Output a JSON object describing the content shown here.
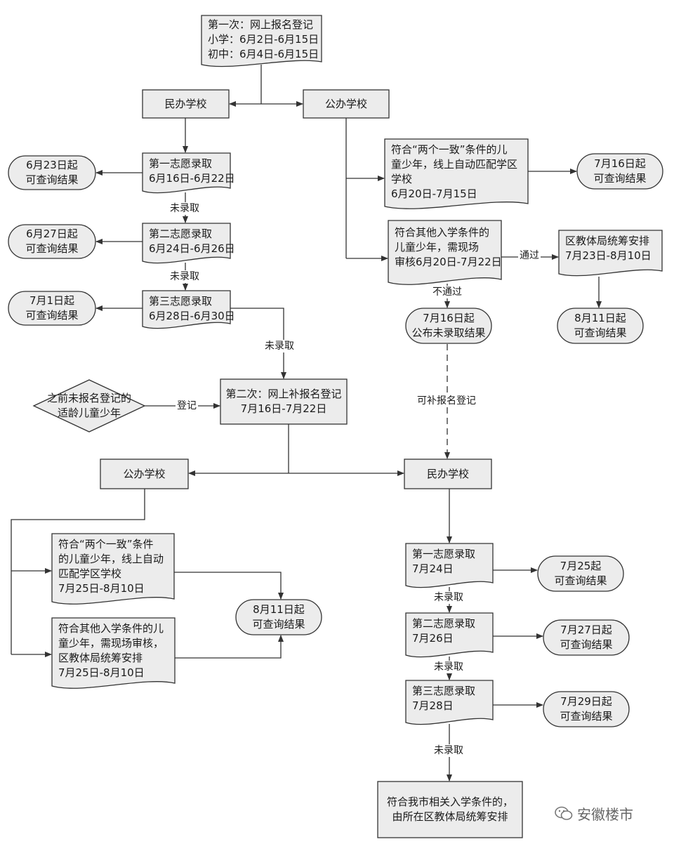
{
  "first_registration": {
    "lines": [
      "第一次：网上报名登记",
      "小学：6月2日-6月15日",
      "初中：6月4日-6月15日"
    ]
  },
  "private_school_1": "民办学校",
  "public_school_1": "公办学校",
  "private_round1": {
    "choice1": [
      "第一志愿录取",
      "6月16日-6月22日"
    ],
    "result1": [
      "6月23日起",
      "可查询结果"
    ],
    "choice2": [
      "第二志愿录取",
      "6月24日-6月26日"
    ],
    "result2": [
      "6月27日起",
      "可查询结果"
    ],
    "choice3": [
      "第三志愿录取",
      "6月28日-6月30日"
    ],
    "result3": [
      "7月1日起",
      "可查询结果"
    ],
    "not_admitted_label": "未录取"
  },
  "public_round1": {
    "match_auto": [
      "符合“两个一致”条件的儿",
      "童少年，线上自动匹配学区",
      "学校",
      "6月20日-7月15日"
    ],
    "match_auto_result": [
      "7月16日起",
      "可查询结果"
    ],
    "onsite_review": [
      "符合其他入学条件的",
      "儿童少年，需现场",
      "审核6月20日-7月22日"
    ],
    "pass_label": "通过",
    "district_arrange": [
      "区教体局统筹安排",
      "7月23日-8月10日"
    ],
    "district_result": [
      "8月11日起",
      "可查询结果"
    ],
    "fail_label": "不通过",
    "unadmitted_publish": [
      "7月16日起",
      "公布未录取结果"
    ],
    "supplement_label": "可补报名登记"
  },
  "second_registration": {
    "lines": [
      "第二次：网上补报名登记",
      "7月16日-7月22日"
    ],
    "unregistered": [
      "之前未报名登记的",
      "适龄儿童少年"
    ],
    "register_label": "登记",
    "not_admitted_label": "未录取"
  },
  "public_school_2": "公办学校",
  "private_school_2": "民办学校",
  "public_round2": {
    "match_auto": [
      "符合“两个一致”条件",
      "的儿童少年，线上自动",
      "匹配学区学校",
      "7月25日-8月10日"
    ],
    "onsite_review": [
      "符合其他入学条件的儿",
      "童少年，需现场审核，",
      "区教体局统筹安排",
      "7月25日-8月10日"
    ],
    "result": [
      "8月11日起",
      "可查询结果"
    ]
  },
  "private_round2": {
    "choice1": [
      "第一志愿录取",
      "7月24日"
    ],
    "result1": [
      "7月25起",
      "可查询结果"
    ],
    "choice2": [
      "第二志愿录取",
      "7月26日"
    ],
    "result2": [
      "7月27日起",
      "可查询结果"
    ],
    "choice3": [
      "第三志愿录取",
      "7月28日"
    ],
    "result3": [
      "7月29日起",
      "可查询结果"
    ],
    "not_admitted_label": "未录取",
    "final": [
      "符合我市相关入学条件的，",
      "由所在区教体局统筹安排"
    ]
  },
  "watermark": "安徽楼市",
  "colors": {
    "fill": "#ececec",
    "stroke": "#333333",
    "text": "#1a1a1a"
  }
}
